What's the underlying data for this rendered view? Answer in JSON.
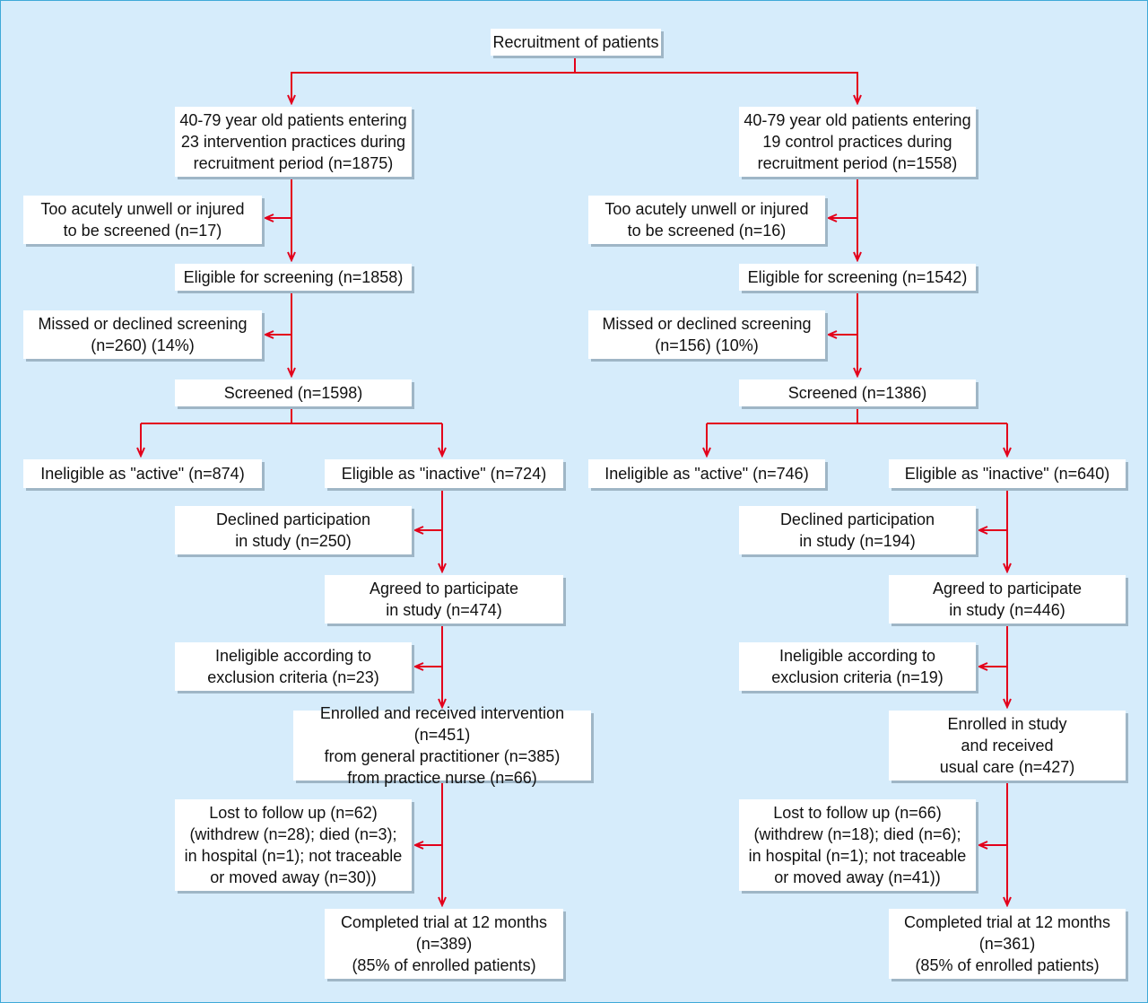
{
  "colors": {
    "background": "#d6ecfb",
    "arrow": "#e3001b",
    "box": "#ffffff",
    "border": "#3fa9d8"
  },
  "nodes": {
    "root": "Recruitment of patients",
    "int_entering": "40-79 year old patients entering\n23 intervention practices during\nrecruitment period (n=1875)",
    "int_unwell": "Too acutely unwell or injured\nto be screened (n=17)",
    "int_eligible_screen": "Eligible for screening (n=1858)",
    "int_missed": "Missed or declined screening\n(n=260) (14%)",
    "int_screened": "Screened (n=1598)",
    "int_ineligible_active": "Ineligible as \"active\" (n=874)",
    "int_eligible_inactive": "Eligible as \"inactive\" (n=724)",
    "int_declined": "Declined participation\nin study (n=250)",
    "int_agreed": "Agreed to participate\nin study (n=474)",
    "int_exclusion": "Ineligible according to\nexclusion criteria (n=23)",
    "int_enrolled": "Enrolled and received intervention (n=451)\nfrom general practitioner (n=385)\nfrom practice nurse (n=66)",
    "int_lost": "Lost to follow up (n=62)\n(withdrew (n=28); died (n=3);\nin hospital (n=1); not traceable\nor moved away (n=30))",
    "int_completed": "Completed trial at 12 months\n(n=389)\n(85% of enrolled patients)",
    "ctl_entering": "40-79 year old patients entering\n19 control practices during\nrecruitment period (n=1558)",
    "ctl_unwell": "Too acutely unwell or injured\nto be screened (n=16)",
    "ctl_eligible_screen": "Eligible for screening (n=1542)",
    "ctl_missed": "Missed or declined screening\n(n=156) (10%)",
    "ctl_screened": "Screened (n=1386)",
    "ctl_ineligible_active": "Ineligible as \"active\" (n=746)",
    "ctl_eligible_inactive": "Eligible as \"inactive\" (n=640)",
    "ctl_declined": "Declined participation\nin study (n=194)",
    "ctl_agreed": "Agreed to participate\nin study (n=446)",
    "ctl_exclusion": "Ineligible according to\nexclusion criteria (n=19)",
    "ctl_enrolled": "Enrolled in study\nand received\nusual care (n=427)",
    "ctl_lost": "Lost to follow up (n=66)\n(withdrew (n=18); died (n=6);\nin hospital (n=1); not traceable\nor moved away (n=41))",
    "ctl_completed": "Completed trial at 12 months\n(n=361)\n(85% of enrolled patients)"
  },
  "edges": [
    [
      "root",
      "int_entering"
    ],
    [
      "root",
      "ctl_entering"
    ],
    [
      "int_entering",
      "int_unwell"
    ],
    [
      "int_entering",
      "int_eligible_screen"
    ],
    [
      "int_eligible_screen",
      "int_missed"
    ],
    [
      "int_eligible_screen",
      "int_screened"
    ],
    [
      "int_screened",
      "int_ineligible_active"
    ],
    [
      "int_screened",
      "int_eligible_inactive"
    ],
    [
      "int_eligible_inactive",
      "int_declined"
    ],
    [
      "int_eligible_inactive",
      "int_agreed"
    ],
    [
      "int_agreed",
      "int_exclusion"
    ],
    [
      "int_agreed",
      "int_enrolled"
    ],
    [
      "int_enrolled",
      "int_lost"
    ],
    [
      "int_enrolled",
      "int_completed"
    ],
    [
      "ctl_entering",
      "ctl_unwell"
    ],
    [
      "ctl_entering",
      "ctl_eligible_screen"
    ],
    [
      "ctl_eligible_screen",
      "ctl_missed"
    ],
    [
      "ctl_eligible_screen",
      "ctl_screened"
    ],
    [
      "ctl_screened",
      "ctl_ineligible_active"
    ],
    [
      "ctl_screened",
      "ctl_eligible_inactive"
    ],
    [
      "ctl_eligible_inactive",
      "ctl_declined"
    ],
    [
      "ctl_eligible_inactive",
      "ctl_agreed"
    ],
    [
      "ctl_agreed",
      "ctl_exclusion"
    ],
    [
      "ctl_agreed",
      "ctl_enrolled"
    ],
    [
      "ctl_enrolled",
      "ctl_lost"
    ],
    [
      "ctl_enrolled",
      "ctl_completed"
    ]
  ]
}
